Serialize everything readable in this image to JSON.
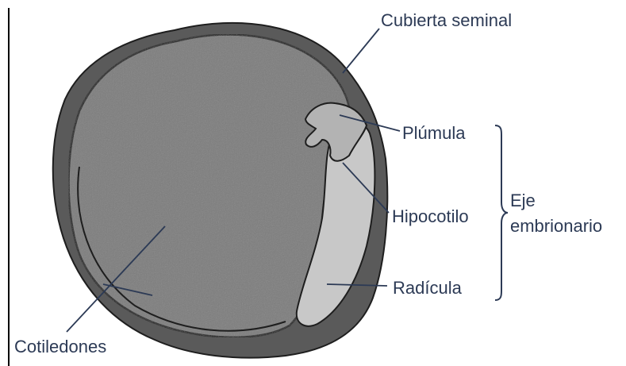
{
  "colors": {
    "seed_coat": "#5a5a5a",
    "cotyledon": "#7d7d7d",
    "axis_light": "#c8c8c8",
    "axis_mid": "#b3b3b3",
    "outline": "#1e1e1e",
    "leader": "#2c3a55",
    "label_text": "#2c3a55"
  },
  "labels": {
    "cubierta_seminal": "Cubierta seminal",
    "plumula": "Plúmula",
    "hipocotilo": "Hipocotilo",
    "radicula": "Radícula",
    "eje_line1": "Eje",
    "eje_line2": "embrionario",
    "cotiledones": "Cotiledones"
  }
}
